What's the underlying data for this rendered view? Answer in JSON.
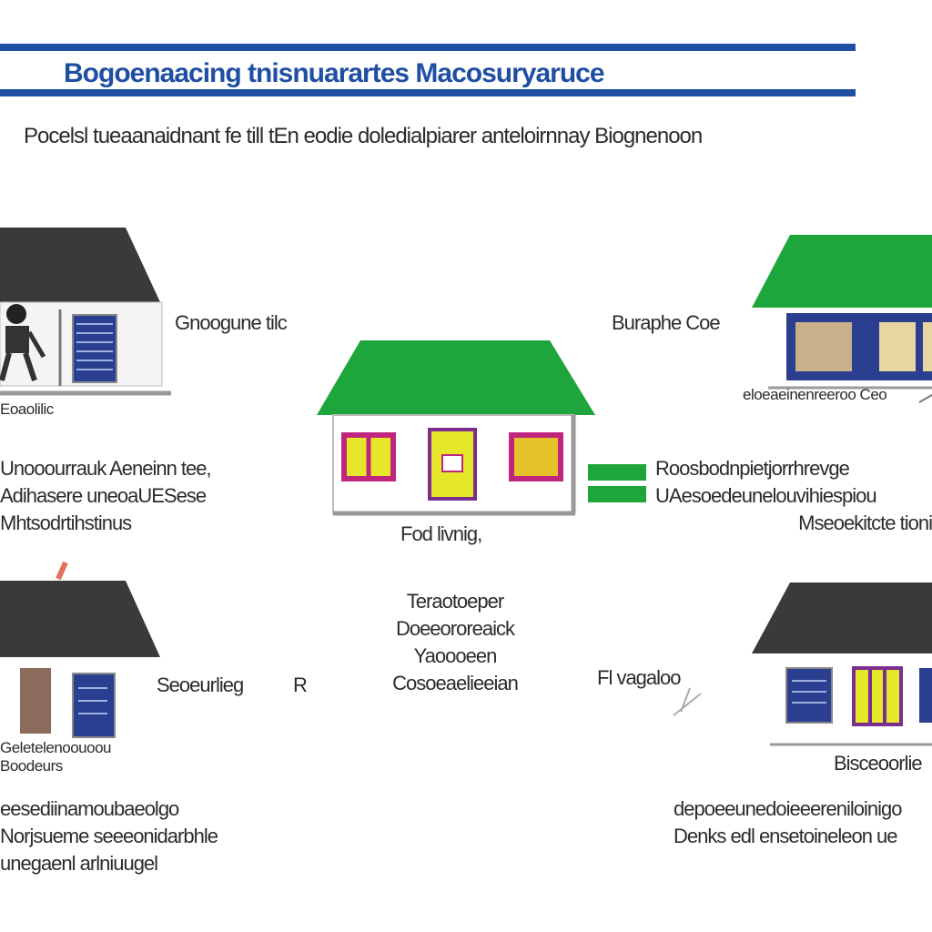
{
  "header": {
    "title": "Bogoenaacing tnisnuarartes Macosuryaruce",
    "subtitle": "Pocelsl tueaanaidnant fe till tEn eodie doledialpiarer anteloirnnay Biognenoon"
  },
  "colors": {
    "banner_blue": "#1f4fa3",
    "roof_green": "#1ea63c",
    "roof_dark": "#3a3a3a",
    "panel_blue": "#2a3f8f",
    "door_yellow": "#e6e62b",
    "window_magenta": "#c0267e",
    "wall_brown": "#8a6b5c"
  },
  "center_house": {
    "label": "Fod livnig,",
    "caption": [
      "Teraotoeper",
      "Doeeororeaick",
      "Yaoooeen",
      "Cosoeaelieeian"
    ]
  },
  "top_left": {
    "label": "Gnoogune tilc",
    "sub_label": "Eoaolilic",
    "desc": [
      "Unooourrauk Aeneinn tee,",
      "Adihasere uneoaUESese",
      "Mhtsodrtihstinus"
    ]
  },
  "top_right": {
    "label": "Buraphe Coe",
    "sub_label": "eloeaeinenreeroo Ceo",
    "desc": [
      "Roosbodnpietjorrhrevge",
      "UAesoedeunelouvihiespiou",
      "Mseoekitcte tioni"
    ]
  },
  "bottom_left": {
    "label": "Seoeurlieg",
    "letter": "R",
    "sub_label": "Geletelenoouoou Boodeurs",
    "desc": [
      "eesediinamoubaeolgo",
      "Norjsueme seeeonidarbhle",
      "unegaenl arlniuugel"
    ]
  },
  "bottom_right": {
    "label": "Fl vagaloo",
    "sub_label": "Bisceoorlie",
    "desc": [
      "depoeeunedoieeereniloinigo",
      "Denks edl ensetoineleon ue"
    ]
  }
}
